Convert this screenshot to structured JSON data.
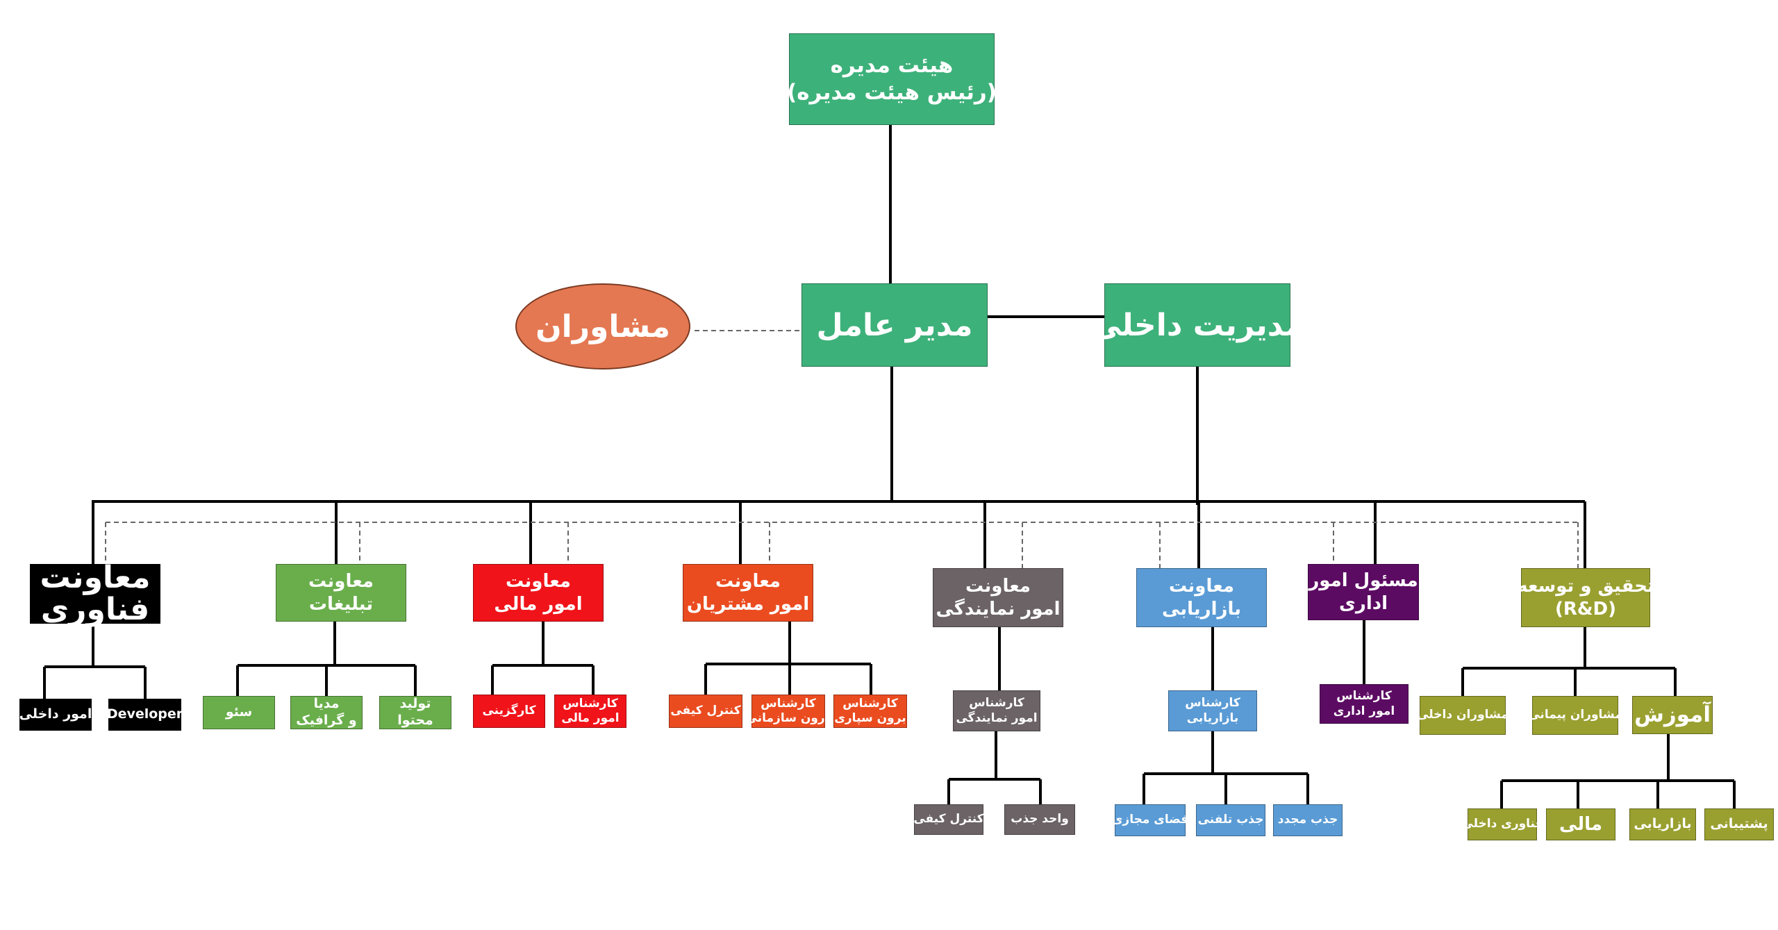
{
  "colors": {
    "board": "#3db17a",
    "ceo": "#3db17a",
    "internal": "#3db17a",
    "consultants": "#e47852",
    "tech": "#000000",
    "ads": "#6aae4c",
    "finance": "#f0131a",
    "customers": "#ea4c20",
    "agency": "#6b6366",
    "marketing": "#5a9bd5",
    "admin": "#5c0b63",
    "rnd": "#9aa030"
  },
  "board": {
    "line1": "هیئت مدیره",
    "line2": "(رئیس هیئت مدیره)"
  },
  "ceo": {
    "label": "مدیر عامل"
  },
  "internal": {
    "label": "مدیریت داخلی"
  },
  "consultants": {
    "label": "مشاوران"
  },
  "departments": {
    "tech": {
      "line1": "معاونت",
      "line2": "فناوری",
      "children": [
        "امور داخلی",
        "Developer"
      ]
    },
    "ads": {
      "line1": "معاونت",
      "line2": "تبلیغات",
      "children": [
        {
          "line1": "سئو",
          "line2": ""
        },
        {
          "line1": "مدیا",
          "line2": "و گرافیک"
        },
        {
          "line1": "تولید",
          "line2": "محتوا"
        }
      ]
    },
    "finance": {
      "line1": "معاونت",
      "line2": "امور مالی",
      "children": [
        {
          "line1": "کارگزینی",
          "line2": ""
        },
        {
          "line1": "کارشناس",
          "line2": "امور مالی"
        }
      ]
    },
    "customers": {
      "line1": "معاونت",
      "line2": "امور مشتریان",
      "children": [
        {
          "line1": "کنترل کیفی",
          "line2": ""
        },
        {
          "line1": "کارشناس",
          "line2": "درون سازمانی"
        },
        {
          "line1": "کارشناس",
          "line2": "برون سپاری"
        }
      ]
    },
    "agency": {
      "line1": "معاونت",
      "line2": "امور نمایندگی",
      "expert": {
        "line1": "کارشناس",
        "line2": "امور نمایندگی"
      },
      "children": [
        "کنترل کیفی",
        "واحد جذب"
      ]
    },
    "marketing": {
      "line1": "معاونت",
      "line2": "بازاریابی",
      "expert": {
        "line1": "کارشناس",
        "line2": "بازاریابی"
      },
      "children": [
        "فضای مجازی",
        "جذب تلفنی",
        "جذب مجدد"
      ]
    },
    "admin": {
      "line1": "مسئول امور",
      "line2": "اداری",
      "expert": {
        "line1": "کارشناس",
        "line2": "امور اداری"
      }
    },
    "rnd": {
      "line1": "تحقیق و توسعه",
      "line2": "(R&D)",
      "children": [
        "مشاوران داخلی",
        "مشاوران پیمانی",
        "آموزش"
      ],
      "training_children": [
        "فناوری داخلی",
        "مالی",
        "بازاریابی",
        "پشتیبانی"
      ]
    }
  }
}
